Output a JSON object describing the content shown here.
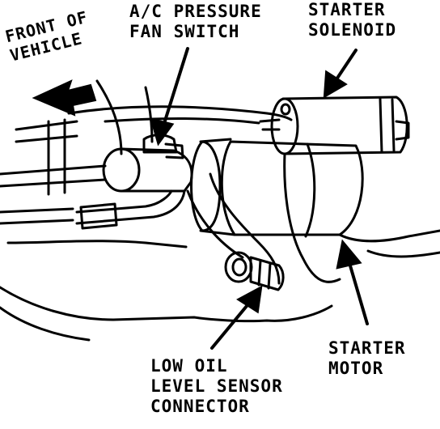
{
  "labels": {
    "front_of_vehicle": [
      "FRONT OF",
      "VEHICLE"
    ],
    "ac_pressure_fan_switch": [
      "A/C PRESSURE",
      "FAN SWITCH"
    ],
    "starter_solenoid": [
      "STARTER",
      "SOLENOID"
    ],
    "starter_motor": [
      "STARTER",
      "MOTOR"
    ],
    "low_oil_level_sensor_connector": [
      "LOW OIL",
      "LEVEL SENSOR",
      "CONNECTOR"
    ]
  },
  "colors": {
    "ink": "#000000",
    "paper": "#ffffff"
  }
}
